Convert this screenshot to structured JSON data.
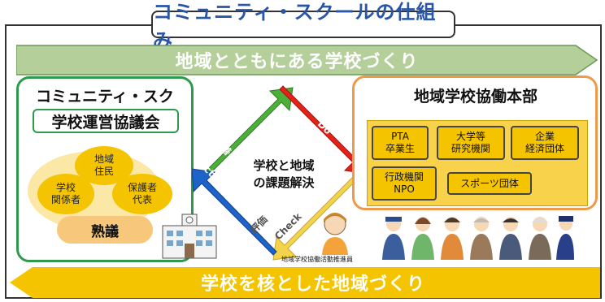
{
  "title": "コミュニティ・スクールの仕組み",
  "top_banner": "地域とともにある学校づくり",
  "bottom_banner": "学校を核とした地域づくり",
  "community_school": {
    "heading": "コミュニティ・スクール",
    "council": "学校運営協議会",
    "groups": [
      {
        "line1": "地域",
        "line2": "住民"
      },
      {
        "line1": "学校",
        "line2": "関係者"
      },
      {
        "line1": "保護者",
        "line2": "代表"
      }
    ],
    "deliberation": "熟議"
  },
  "center": {
    "line1": "学校と地域",
    "line2": "の課題解決"
  },
  "cycle": {
    "plan": "Plan",
    "plan_jp": "熟議",
    "do": "Do",
    "do_jp": "協働",
    "check": "Check",
    "check_jp": "評価",
    "action": "Action",
    "action_jp": "改善"
  },
  "coordinator_caption": "地域学校協働活動推進員",
  "hub": {
    "heading": "地域学校協働本部",
    "members": [
      {
        "line1": "PTA",
        "line2": "卒業生"
      },
      {
        "line1": "大学等",
        "line2": "研究機関"
      },
      {
        "line1": "企業",
        "line2": "経済団体"
      },
      {
        "line1": "行政機関",
        "line2": "NPO"
      },
      {
        "line1": "スポーツ団体",
        "line2": ""
      }
    ]
  },
  "colors": {
    "green_banner": "#b5cf9a",
    "yellow_banner": "#f5c400",
    "green_border": "#2f9a4d",
    "orange_border": "#ef9a4a",
    "plan_green": "#4caf3a",
    "do_red": "#e2231a",
    "check_yellow": "#f3d34a",
    "action_blue": "#1e63c7"
  }
}
